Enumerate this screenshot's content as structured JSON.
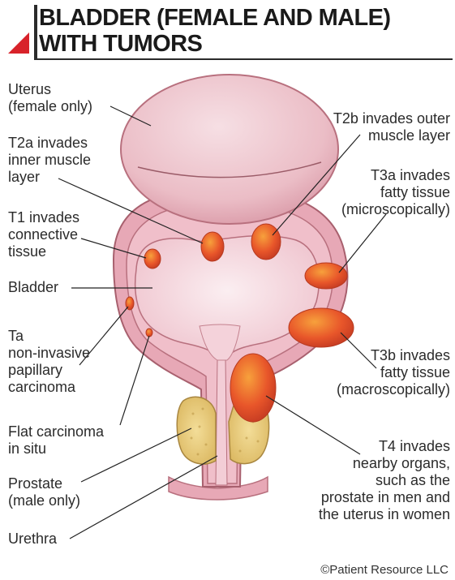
{
  "title": {
    "line1": "BLADDER (FEMALE AND MALE)",
    "line2": "WITH TUMORS"
  },
  "labels": {
    "uterus": [
      "Uterus",
      "(female only)"
    ],
    "t2a": [
      "T2a invades",
      "inner muscle",
      "layer"
    ],
    "t1": [
      "T1 invades",
      "connective",
      "tissue"
    ],
    "bladder": [
      "Bladder"
    ],
    "ta": [
      "Ta",
      "non-invasive",
      "papillary",
      "carcinoma"
    ],
    "flat": [
      "Flat carcinoma",
      "in situ"
    ],
    "prostate": [
      "Prostate",
      "(male only)"
    ],
    "urethra": [
      "Urethra"
    ],
    "t2b": [
      "T2b invades outer",
      "muscle layer"
    ],
    "t3a": [
      "T3a invades",
      "fatty tissue",
      "(microscopically)"
    ],
    "t3b": [
      "T3b invades",
      "fatty tissue",
      "(macroscopically)"
    ],
    "t4": [
      "T4 invades",
      "nearby organs,",
      "such as the",
      "prostate in men and",
      "the uterus in women"
    ]
  },
  "copyright": "©Patient Resource LLC",
  "colors": {
    "accent": "#d8222a",
    "uterus": "#ebbdc6",
    "bladder_wall": "#e7a8b6",
    "bladder_lumen": "#f6dde4",
    "tumor": "#e8562a",
    "prostate": "#e9cf7e"
  }
}
